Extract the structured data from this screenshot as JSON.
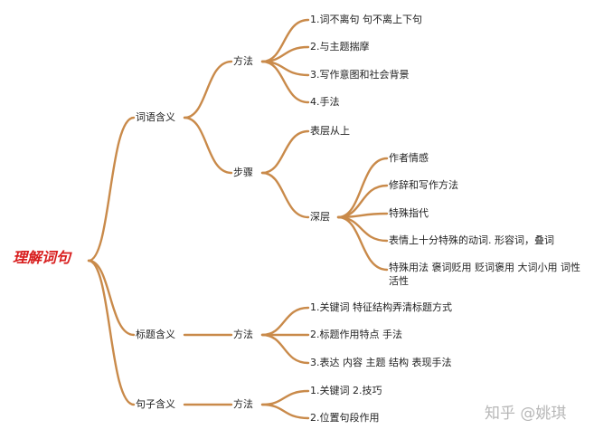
{
  "root": "理解词句",
  "branches": {
    "ciyu": {
      "label": "词语含义",
      "fangfa": {
        "label": "方法",
        "items": [
          "1.词不离句 句不离上下句",
          "2.与主题揣摩",
          "3.写作意图和社会背景",
          "4.手法"
        ]
      },
      "buzhou": {
        "label": "步骤",
        "biaoceng": "表层从上",
        "shenceng": {
          "label": "深层",
          "items": [
            "作者情感",
            "修辞和写作方法",
            "特殊指代",
            "表情上十分特殊的动词. 形容词，叠词",
            "特殊用法 褒词贬用 贬词褒用 大词小用 词性活性"
          ]
        }
      }
    },
    "biaoti": {
      "label": "标题含义",
      "fangfa": {
        "label": "方法",
        "items": [
          "1.关键词 特征结构弄清标题方式",
          "2.标题作用特点 手法",
          "3.表达 内容 主题 结构 表现手法"
        ]
      }
    },
    "juzi": {
      "label": "句子含义",
      "fangfa": {
        "label": "方法",
        "items": [
          "1.关键词 2.技巧",
          "2.位置句段作用"
        ]
      }
    }
  },
  "watermark": "知乎 @姚琪",
  "colors": {
    "branch": "#c98a4a",
    "root": "#d81e1e",
    "watermark": "#b7b7b7"
  }
}
